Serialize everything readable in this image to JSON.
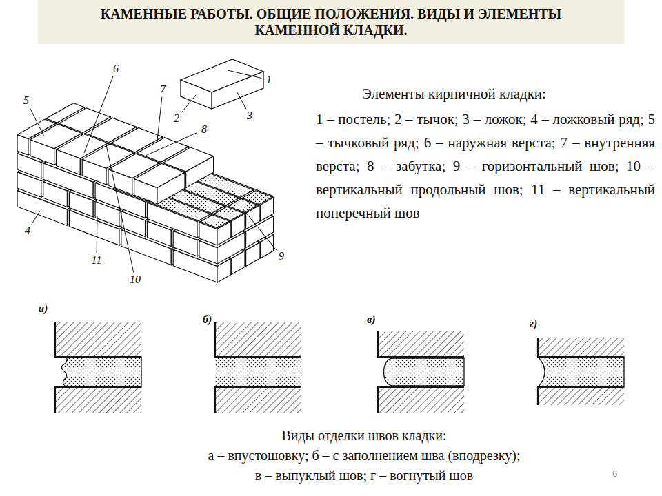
{
  "diagram": {
    "title": "КАМЕННЫЕ РАБОТЫ. ОБЩИЕ ПОЛОЖЕНИЯ. ВИДЫ И ЭЛЕМЕНТЫ КАМЕННОЙ КЛАДКИ.",
    "caption": "Виды отделки швов кладки:",
    "labels": [
      "1",
      "2",
      "3",
      "4",
      "5",
      "6",
      "7",
      "8",
      "9",
      "10",
      "11",
      "Элементы кирпичной кладки:",
      "1 – постель; 2 – тычок; 3 – ложок; 4 – ложковый ряд; 5 – тычковый ряд; 6 – наружная верста; 7 – внутренняя верста; 8 – забутка; 9 – горизонтальный шов; 10 – вертикальный продольный шов; 11 – вертикальный поперечный шов",
      "а)",
      "б)",
      "в)",
      "г)",
      "а – впустошовку; б – с заполнением шва (вподрезку);",
      "в – выпуклый шов; г – вогнутый шов",
      "6"
    ]
  }
}
